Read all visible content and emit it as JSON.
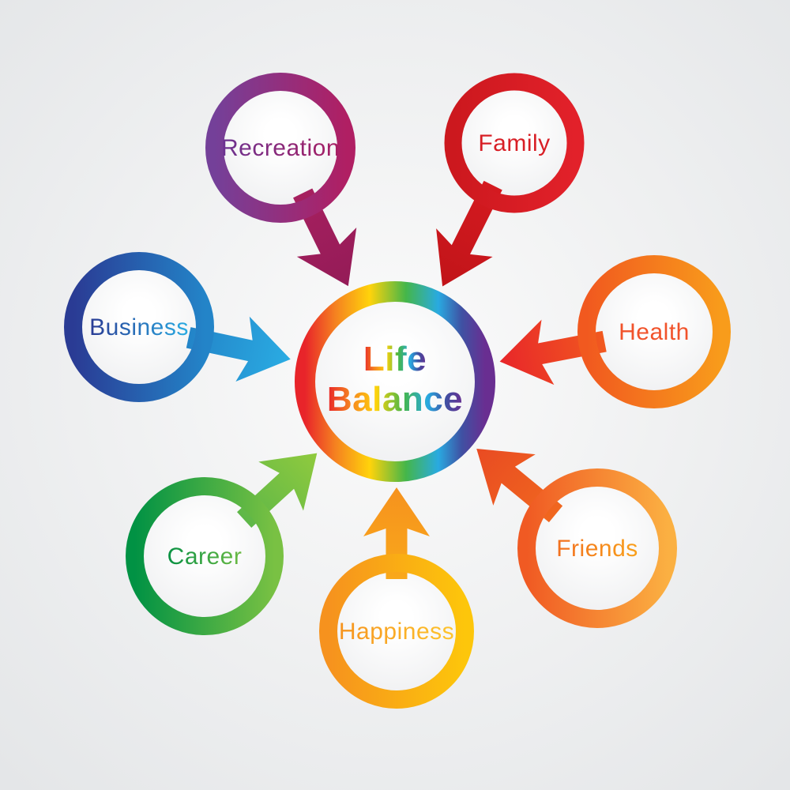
{
  "background": {
    "center_color": "#fbfbfb",
    "edge_color": "#e3e5e7"
  },
  "circle_fill": {
    "center_color": "#ffffff",
    "edge_color": "#e9eaec"
  },
  "center": {
    "title_line1": "Life",
    "title_line2": "Balance",
    "rainbow_stops": [
      "#e8242a",
      "#f58220",
      "#ffd30b",
      "#45b649",
      "#29aae1",
      "#3f51a3",
      "#692e91"
    ]
  },
  "nodes": [
    {
      "label": "Recreation",
      "ring_start": "#744099",
      "ring_end": "#b01f63",
      "arrow_start": "#a6205f",
      "arrow_tip": "#941b57",
      "text_start": "#6b3391",
      "text_end": "#a81e63"
    },
    {
      "label": "Family",
      "ring_start": "#cc181e",
      "ring_end": "#e2212a",
      "arrow_start": "#d41a20",
      "arrow_tip": "#c11419",
      "text_start": "#d81f26",
      "text_end": "#d81f26"
    },
    {
      "label": "Business",
      "ring_start": "#2a3b94",
      "ring_end": "#2384c8",
      "arrow_start": "#2384c8",
      "arrow_tip": "#2aace3",
      "text_start": "#2a3b94",
      "text_end": "#2aace3"
    },
    {
      "label": "Health",
      "ring_start": "#f1591f",
      "ring_end": "#f89c1b",
      "arrow_start": "#f1591f",
      "arrow_tip": "#e8262a",
      "text_start": "#f1532b",
      "text_end": "#f1532b"
    },
    {
      "label": "Career",
      "ring_start": "#019244",
      "ring_end": "#79c143",
      "arrow_start": "#5eb748",
      "arrow_tip": "#90ca3e",
      "text_start": "#089143",
      "text_end": "#6cbb45"
    },
    {
      "label": "Happiness",
      "ring_start": "#f6921e",
      "ring_end": "#fdc60b",
      "arrow_start": "#f9a81a",
      "arrow_tip": "#f6921e",
      "text_start": "#f6931e",
      "text_end": "#fec52e"
    },
    {
      "label": "Friends",
      "ring_start": "#f05a23",
      "ring_end": "#fbb042",
      "arrow_start": "#f0671f",
      "arrow_tip": "#e94b22",
      "text_start": "#f2701f",
      "text_end": "#f9a01b"
    }
  ]
}
